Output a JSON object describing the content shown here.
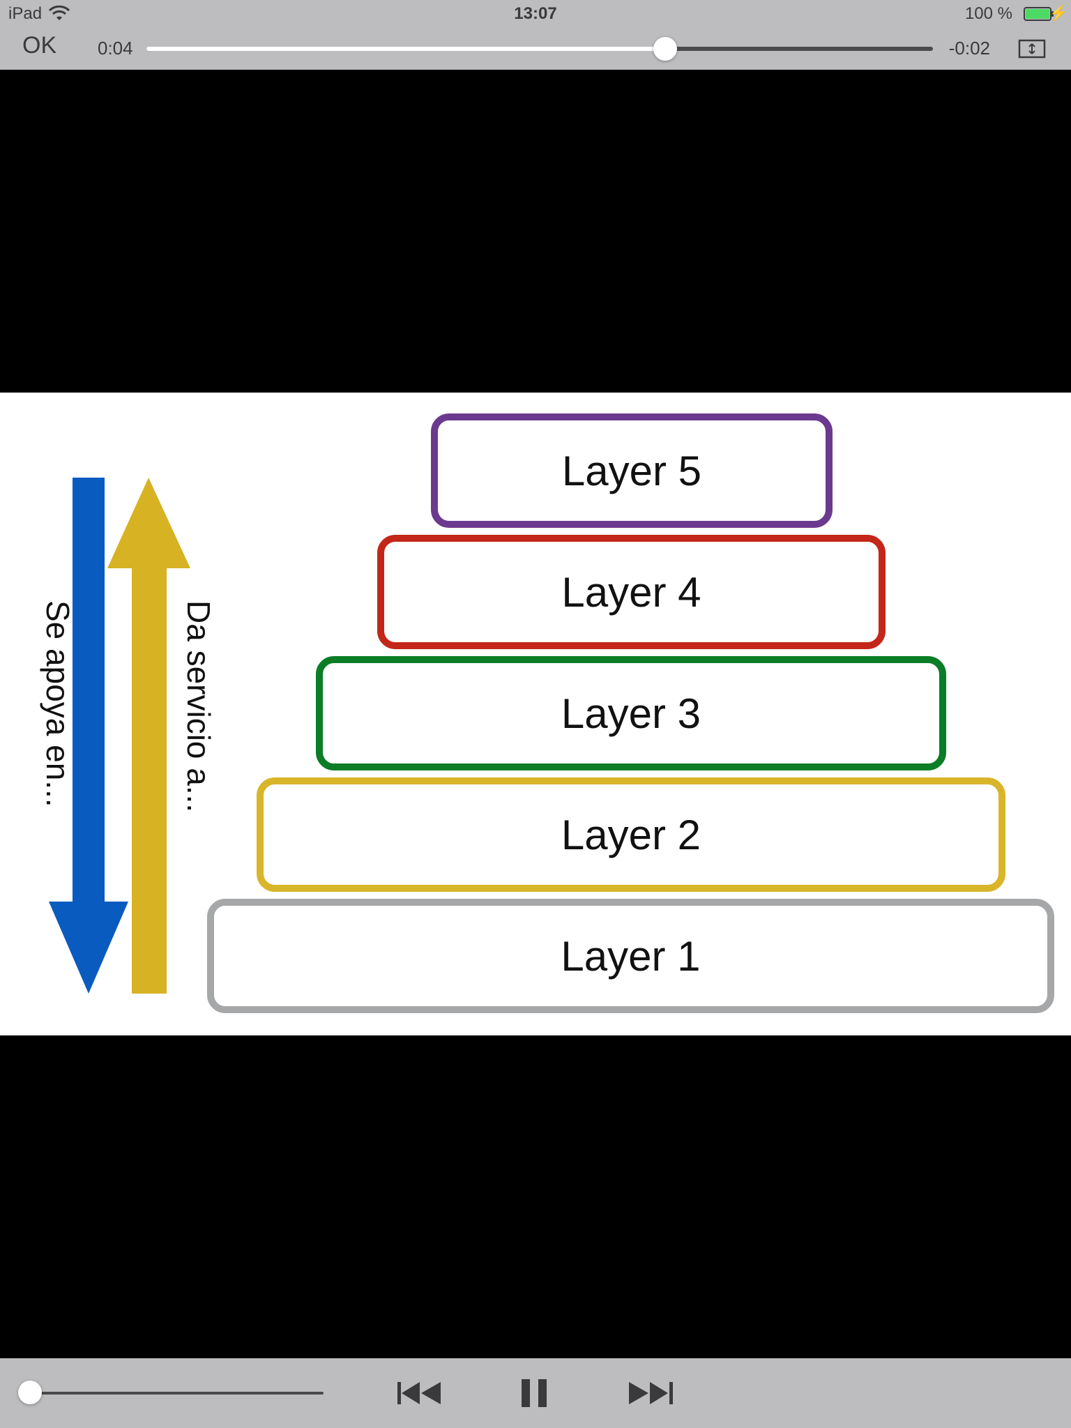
{
  "status_bar": {
    "device": "iPad",
    "time": "13:07",
    "battery_percent": "100 %",
    "battery_level": 1.0,
    "icons": [
      "wifi-icon",
      "battery-icon",
      "charging-bolt-icon"
    ]
  },
  "top_controls": {
    "ok_label": "OK",
    "elapsed": "0:04",
    "remaining": "-0:02",
    "progress": 0.66,
    "aspect_icon": "aspect-toggle-icon"
  },
  "slide": {
    "layers": [
      {
        "label": "Layer 5",
        "color": "#6b3a8e"
      },
      {
        "label": "Layer 4",
        "color": "#c2271a"
      },
      {
        "label": "Layer 3",
        "color": "#0a7d26"
      },
      {
        "label": "Layer 2",
        "color": "#d9b52a"
      },
      {
        "label": "Layer 1",
        "color": "#a5a7a8"
      }
    ],
    "down_arrow": {
      "label": "Se apoya en...",
      "color": "#0a5bc0"
    },
    "up_arrow": {
      "label": "Da servicio a...",
      "color": "#d7b223"
    }
  },
  "bottom_controls": {
    "volume_level": 0.0,
    "icons": [
      "previous-track-icon",
      "pause-icon",
      "next-track-icon"
    ]
  },
  "colors": {
    "bar_background": "#bdbdbf",
    "video_background": "#000000",
    "battery_green": "#4cd964"
  }
}
